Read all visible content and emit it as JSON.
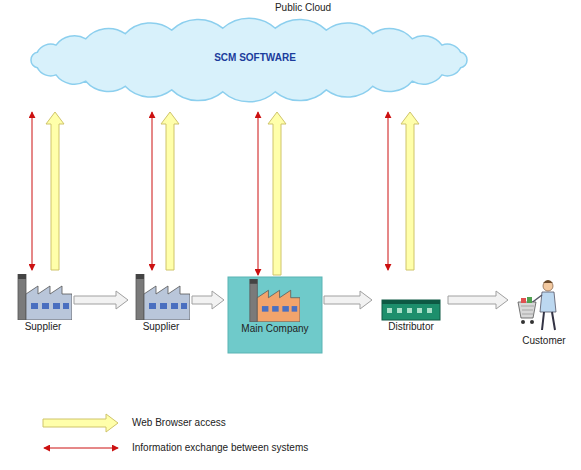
{
  "diagram": {
    "nodes": [
      {
        "text": [
          "Public Cloud",
          "SCM SOFTWARE"
        ]
      },
      {
        "text": [
          "Supplier"
        ]
      },
      {
        "text": [
          "Supplier"
        ]
      },
      {
        "text": [
          "Main Company"
        ]
      },
      {
        "text": [
          "Distributor"
        ]
      },
      {
        "text": [
          "Customer"
        ]
      }
    ],
    "edges": [
      {
        "from": 1,
        "to": 2,
        "arrow": "to"
      },
      {
        "from": 2,
        "to": 3,
        "arrow": "to"
      },
      {
        "from": 3,
        "to": 4,
        "arrow": "to"
      },
      {
        "from": 4,
        "to": 5,
        "arrow": "to"
      },
      {
        "from": 1,
        "to": 0,
        "arrow": "to"
      },
      {
        "from": 1,
        "to": 0,
        "arrow": "both"
      },
      {
        "from": 2,
        "to": 0,
        "arrow": "to"
      },
      {
        "from": 2,
        "to": 0,
        "arrow": "both"
      },
      {
        "from": 3,
        "to": 0,
        "arrow": "to"
      },
      {
        "from": 3,
        "to": 0,
        "arrow": "both"
      },
      {
        "from": 4,
        "to": 0,
        "arrow": "to"
      },
      {
        "from": 4,
        "to": 0,
        "arrow": "both"
      }
    ],
    "legend": [
      {
        "text": "Web Browser access"
      },
      {
        "text": "Information exchange between systems"
      }
    ]
  }
}
